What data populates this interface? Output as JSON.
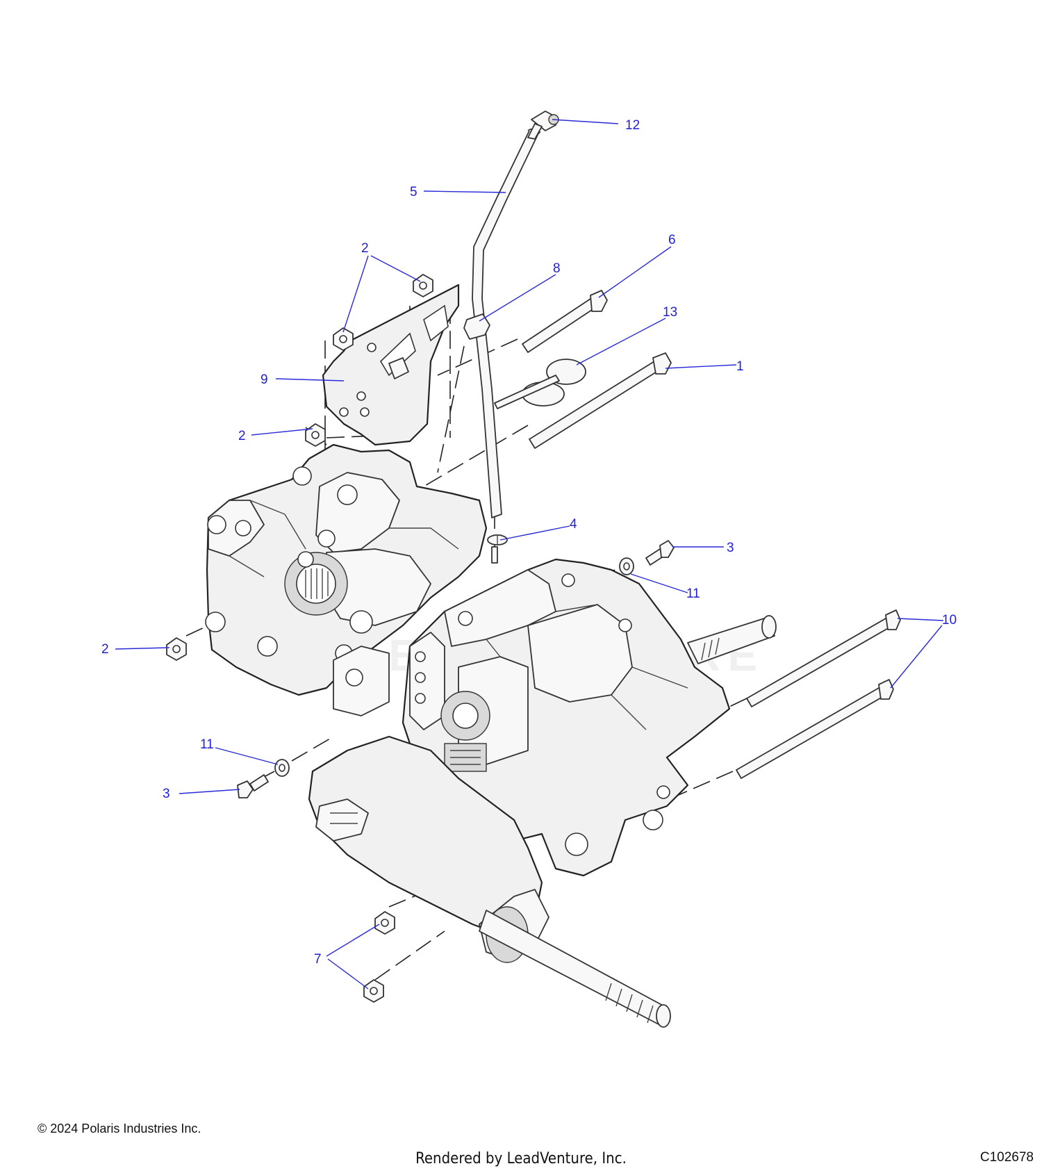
{
  "callouts": [
    {
      "id": "12",
      "label": "12"
    },
    {
      "id": "5",
      "label": "5"
    },
    {
      "id": "6",
      "label": "6"
    },
    {
      "id": "2a",
      "label": "2"
    },
    {
      "id": "8",
      "label": "8"
    },
    {
      "id": "13",
      "label": "13"
    },
    {
      "id": "1",
      "label": "1"
    },
    {
      "id": "9",
      "label": "9"
    },
    {
      "id": "2b",
      "label": "2"
    },
    {
      "id": "4",
      "label": "4"
    },
    {
      "id": "3a",
      "label": "3"
    },
    {
      "id": "11a",
      "label": "11"
    },
    {
      "id": "10",
      "label": "10"
    },
    {
      "id": "2c",
      "label": "2"
    },
    {
      "id": "11b",
      "label": "11"
    },
    {
      "id": "3b",
      "label": "3"
    },
    {
      "id": "7",
      "label": "7"
    }
  ],
  "footer": {
    "copyright": "© 2024 Polaris Industries Inc.",
    "rendered_by": "Rendered by LeadVenture, Inc.",
    "diagram_code": "C102678"
  },
  "watermark": "LEADVENTURE",
  "colors": {
    "callout_text": "#1f1fcf",
    "leader_line": "#2a2ad8",
    "part_stroke": "#222222"
  }
}
